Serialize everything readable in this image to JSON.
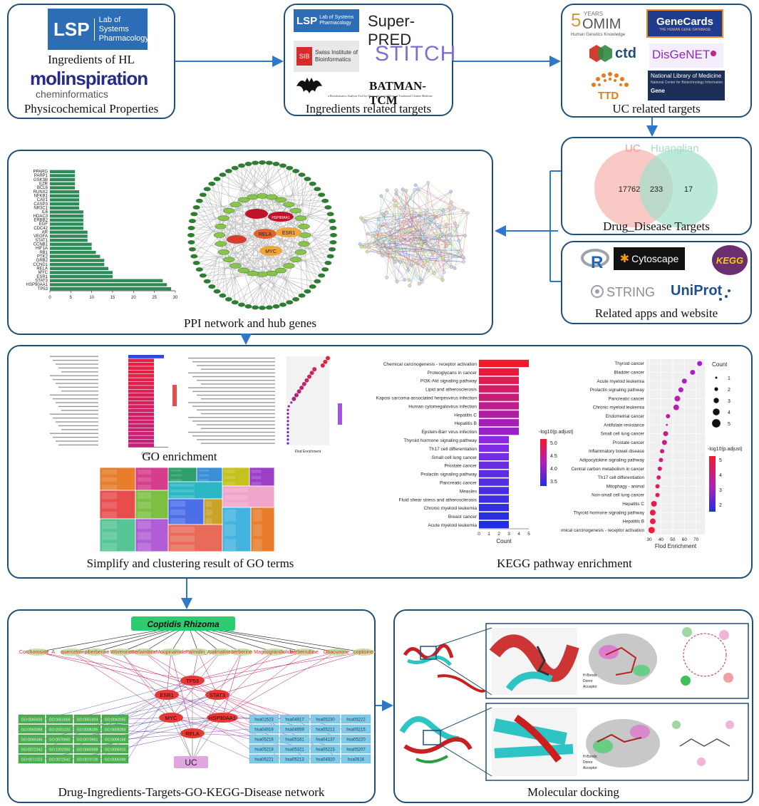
{
  "panels": {
    "ingredients": {
      "lsp_line1": "Lab of Systems",
      "lsp_line2": "Pharmacology",
      "caption_top": "Ingredients of HL",
      "molinspiration": "molinspiration",
      "cheminformatics": "cheminformatics",
      "caption_bottom": "Physicochemical Properties"
    },
    "targets": {
      "caption": "Ingredients related targets",
      "superpred": "Super-PRED",
      "stitch": "STITCH",
      "sib_line1": "Swiss Institute of",
      "sib_line2": "Bioinformatics",
      "batman": "BATMAN-TCM",
      "batman_sub": "a Bioinformatics Analysis Tool for Molecular mechANism of Traditional Chinese Medicine"
    },
    "uc_targets": {
      "caption": "UC related targets",
      "omim": "OMIM",
      "omim_years": "YEARS",
      "omim_sub": "Human Genetics Knowledge",
      "genecards": "GeneCards",
      "genecards_sub": "THE HUMAN GENE DATABASE",
      "ctd": "ctd",
      "disgenet": "DisGeNET",
      "ttd": "TTD",
      "nlm": "National Library of Medicine",
      "nlm_sub": "National Center for Biotechnology Information",
      "gene": "Gene"
    },
    "venn": {
      "label_a": "UC",
      "label_b": "Huanglian",
      "only_a": "17762",
      "both": "233",
      "only_b": "17",
      "caption": "Drug_Disease Targets"
    },
    "apps": {
      "cytoscape": "Cytoscape",
      "string": "STRING",
      "uniprot": "UniProt",
      "kegg": "KEGG",
      "caption": "Related apps and website"
    },
    "ppi": {
      "caption": "PPI network and hub genes",
      "hub_labels": [
        "ESR1",
        "MYC",
        "RELA",
        "HSP90AA1"
      ]
    },
    "go": {
      "caption_go": "GO enrichment",
      "caption_simplify": "Simplify and clustering result of GO terms",
      "caption_kegg": "KEGG pathway enrichment",
      "kegg_bar_xlabel": "Count",
      "kegg_bar_legend": "-log10(p.adjust)",
      "kegg_dot_xlabel": "Flod Enrichment",
      "kegg_dot_legend": "-log10(p.adjust)",
      "kegg_dot_count": "Count",
      "go_bar_xlabel": "Count",
      "go_dot_xlabel": "Flod Enrichment"
    },
    "network": {
      "title": "Coptidis Rhizoma",
      "ingredients": [
        "Corchoroside_A",
        "quercetin",
        "epiberberine",
        "Worenine",
        "Berlambine",
        "Moupinamide",
        "Palmidin_A",
        "palmatine",
        "berberine",
        "Magnograndiolide",
        "berberrubine",
        "Obacunone",
        "coptisine"
      ],
      "hubs": [
        "TP53",
        "ESR1",
        "STAT3",
        "MYC",
        "HSP90AA1",
        "RELA"
      ],
      "disease": "UC",
      "go_terms": [
        "GO:0045926",
        "GO:0051604",
        "GO:0051924",
        "GO:0043065",
        "GO:0060068",
        "GO:2001233",
        "GO:0008285",
        "GO:0008283",
        "GO:0044346",
        "GO:0070665",
        "GO:0070661",
        "GO:0006168",
        "GO:0072342",
        "GO:1902393",
        "GO:0060068",
        "GO:0006915",
        "GO:0071223",
        "GO:0072542",
        "GO:0070726",
        "GO:0006099"
      ],
      "kegg_terms": [
        "hsa01523",
        "hsa04917",
        "hsa05230",
        "hsa05222",
        "hsa04919",
        "hsa04659",
        "hsa05212",
        "hsa05215",
        "hsa05216",
        "hsa05161",
        "hsa04137",
        "hsa05220",
        "hsa05219",
        "hsa05321",
        "hsa05223",
        "hsa05207",
        "hsa05221",
        "hsa05213",
        "hsa04920",
        "hsa0516"
      ],
      "caption": "Drug-Ingredients-Targets-GO-KEGG-Disease network"
    },
    "docking": {
      "caption": "Molecular docking",
      "hbonds": "H-Bonds",
      "donor": "Donor",
      "acceptor": "Acceptor"
    }
  },
  "chart_data": [
    {
      "type": "bar",
      "orientation": "horizontal",
      "categories": [
        "TP53",
        "HSP90AA1",
        "STAT3",
        "ESR1",
        "MYC",
        "RELA",
        "CCND1",
        "GRB2",
        "PTK2",
        "RB1",
        "HIF1A",
        "CCNB1",
        "STAT1",
        "VEGFA",
        "AR",
        "CDC42",
        "EGF",
        "ERBB2",
        "HDAC3",
        "IL6",
        "NR3C1",
        "CASP3",
        "CAV1",
        "NFKB1",
        "RUNX2",
        "BCL6",
        "EZR",
        "GSK3B",
        "PARP1",
        "PPARG"
      ],
      "values": [
        29,
        28,
        27,
        15,
        15,
        14,
        13,
        13,
        12,
        11,
        10,
        10,
        9,
        9,
        9,
        8,
        8,
        8,
        8,
        8,
        7,
        7,
        7,
        7,
        7,
        6,
        6,
        6,
        6,
        6
      ],
      "xlim": [
        0,
        30
      ]
    },
    {
      "type": "bar",
      "orientation": "horizontal",
      "categories": [
        "Chemical carcinogenesis - receptor activation",
        "Proteoglycans in cancer",
        "PI3K-Akt signaling pathway",
        "Lipid and atherosclerosis",
        "Kaposi sarcoma-associated herpesvirus infection",
        "Human cytomegalovirus infection",
        "Hepatitis C",
        "Hepatitis B",
        "Epstein-Barr virus infection",
        "Thyroid hormone signaling pathway",
        "Th17 cell differentiation",
        "Small cell lung cancer",
        "Prostate cancer",
        "Prolactin signaling pathway",
        "Pancreatic cancer",
        "Measles",
        "Fluid shear stress and atherosclerosis",
        "Chronic myeloid leukemia",
        "Breast cancer",
        "Acute myeloid leukemia"
      ],
      "values": [
        5,
        4,
        4,
        4,
        4,
        4,
        4,
        4,
        4,
        3,
        3,
        3,
        3,
        3,
        3,
        3,
        3,
        3,
        3,
        3
      ],
      "xlabel": "Count",
      "xlim": [
        0,
        5
      ],
      "legend_title": "-log10(p.adjust)",
      "legend_ticks": [
        "5.0",
        "4.5",
        "4.0",
        "3.5"
      ]
    },
    {
      "type": "scatter",
      "categories": [
        "Thyroid cancer",
        "Bladder cancer",
        "Acute myeloid leukemia",
        "Prolactin signaling pathway",
        "Pancreatic cancer",
        "Chronic myeloid leukemia",
        "Endometrial cancer",
        "Antifolate resistance",
        "Small cell lung cancer",
        "Prostate cancer",
        "Inflammatory bowel disease",
        "Adipocytokine signaling pathway",
        "Central carbon metabolism in cancer",
        "Th17 cell differentiation",
        "Mitophagy - animal",
        "Non-small cell lung cancer",
        "Hepatitis C",
        "Thyroid hormone signaling pathway",
        "Hepatitis B",
        "Chemical carcinogenesis - receptor activation"
      ],
      "x": [
        73,
        67,
        60,
        57,
        54,
        53,
        46,
        45,
        44,
        43,
        41,
        40,
        39,
        38,
        37,
        37,
        34,
        33,
        33,
        32
      ],
      "xlabel": "Flod Enrichment",
      "xlim": [
        30,
        75
      ],
      "size_legend": [
        "1",
        "2",
        "3",
        "4",
        "5"
      ],
      "color_legend_ticks": [
        "5",
        "4",
        "3",
        "2"
      ]
    }
  ]
}
